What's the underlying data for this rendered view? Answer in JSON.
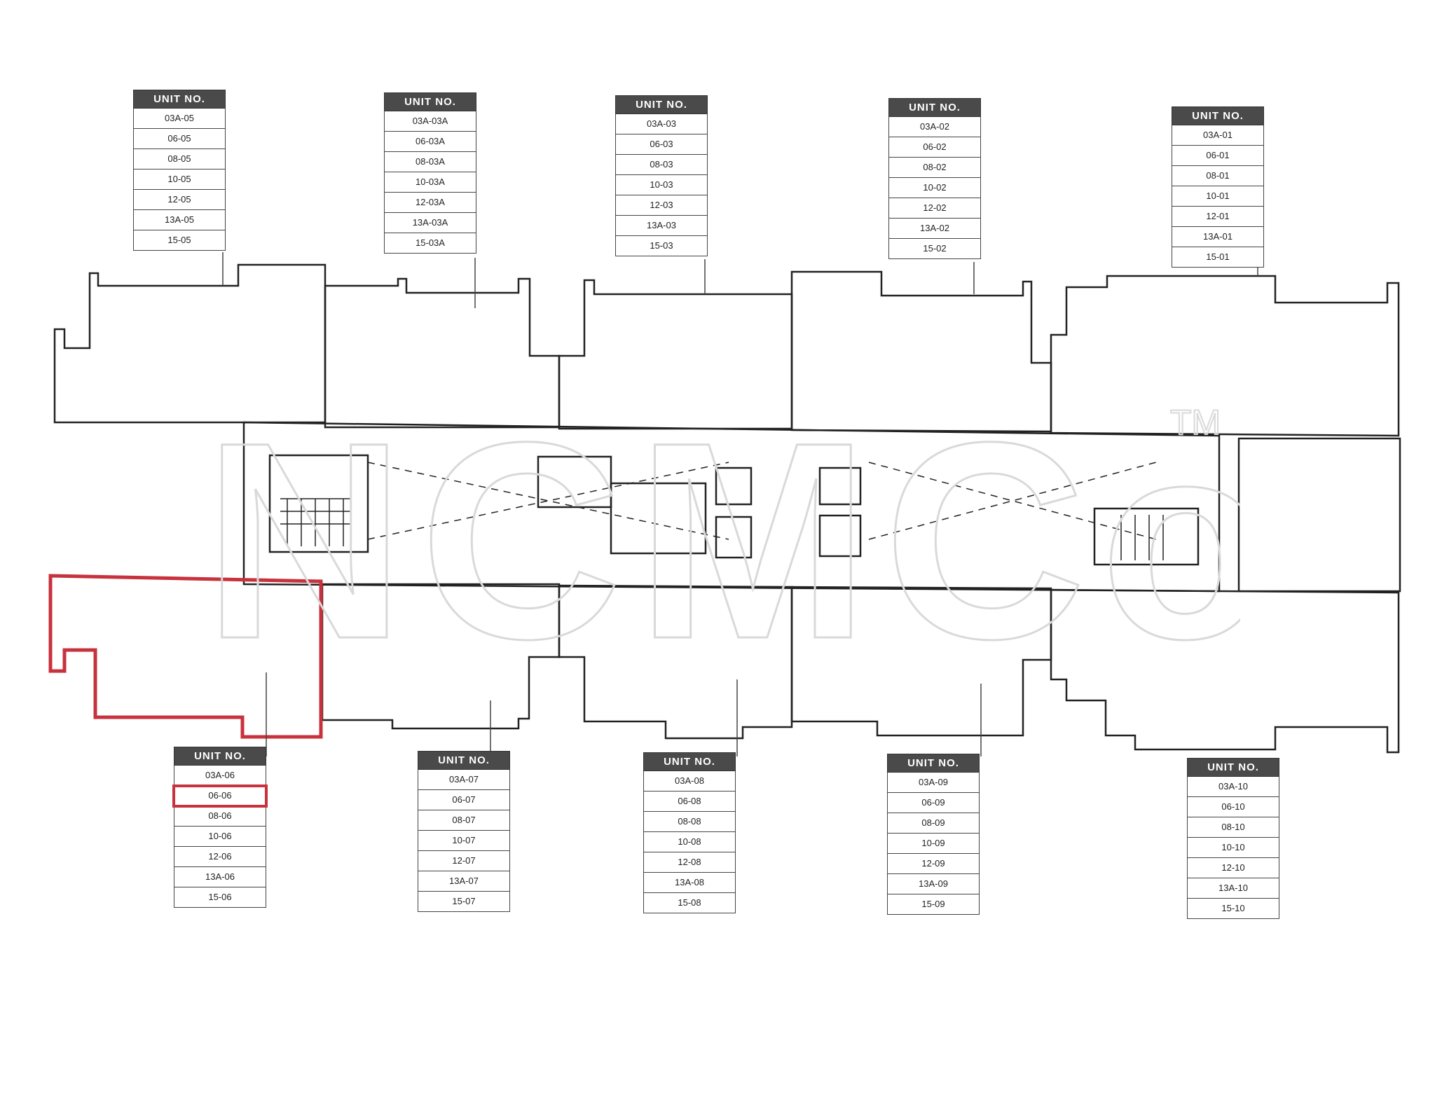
{
  "tables": [
    {
      "id": "t-top-1",
      "header": "UNIT NO.",
      "units": [
        "03A-05",
        "06-05",
        "08-05",
        "10-05",
        "12-05",
        "13A-05",
        "15-05"
      ],
      "highlight": -1
    },
    {
      "id": "t-top-2",
      "header": "UNIT NO.",
      "units": [
        "03A-03A",
        "06-03A",
        "08-03A",
        "10-03A",
        "12-03A",
        "13A-03A",
        "15-03A"
      ],
      "highlight": -1
    },
    {
      "id": "t-top-3",
      "header": "UNIT NO.",
      "units": [
        "03A-03",
        "06-03",
        "08-03",
        "10-03",
        "12-03",
        "13A-03",
        "15-03"
      ],
      "highlight": -1
    },
    {
      "id": "t-top-4",
      "header": "UNIT NO.",
      "units": [
        "03A-02",
        "06-02",
        "08-02",
        "10-02",
        "12-02",
        "13A-02",
        "15-02"
      ],
      "highlight": -1
    },
    {
      "id": "t-top-5",
      "header": "UNIT NO.",
      "units": [
        "03A-01",
        "06-01",
        "08-01",
        "10-01",
        "12-01",
        "13A-01",
        "15-01"
      ],
      "highlight": -1
    },
    {
      "id": "t-bot-1",
      "header": "UNIT NO.",
      "units": [
        "03A-06",
        "06-06",
        "08-06",
        "10-06",
        "12-06",
        "13A-06",
        "15-06"
      ],
      "highlight": 1
    },
    {
      "id": "t-bot-2",
      "header": "UNIT NO.",
      "units": [
        "03A-07",
        "06-07",
        "08-07",
        "10-07",
        "12-07",
        "13A-07",
        "15-07"
      ],
      "highlight": -1
    },
    {
      "id": "t-bot-3",
      "header": "UNIT NO.",
      "units": [
        "03A-08",
        "06-08",
        "08-08",
        "10-08",
        "12-08",
        "13A-08",
        "15-08"
      ],
      "highlight": -1
    },
    {
      "id": "t-bot-4",
      "header": "UNIT NO.",
      "units": [
        "03A-09",
        "06-09",
        "08-09",
        "10-09",
        "12-09",
        "13A-09",
        "15-09"
      ],
      "highlight": -1
    },
    {
      "id": "t-bot-5",
      "header": "UNIT NO.",
      "units": [
        "03A-10",
        "06-10",
        "08-10",
        "10-10",
        "12-10",
        "13A-10",
        "15-10"
      ],
      "highlight": -1
    }
  ],
  "watermark": {
    "text": "NCMCo",
    "mark": "TM"
  },
  "colors": {
    "line": "#222222",
    "highlight": "#c8323c",
    "header_bg": "#4a4a4a",
    "watermark": "#d9d9d9"
  }
}
